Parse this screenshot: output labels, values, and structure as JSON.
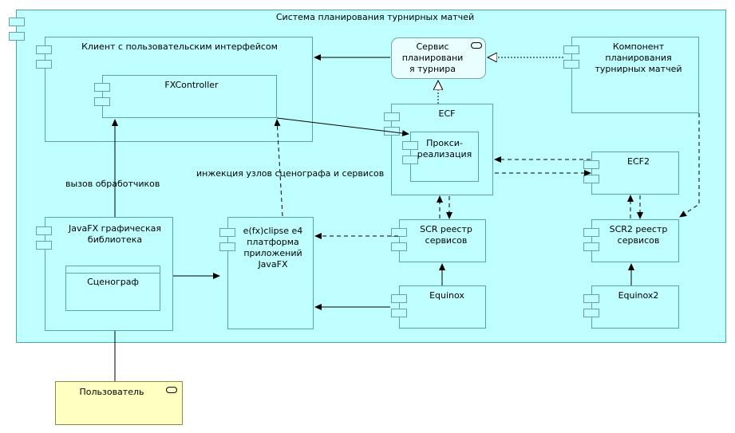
{
  "diagram": {
    "system_title": "Система планирования турнирных матчей",
    "nodes": {
      "client": "Клиент с пользовательским интерфейсом",
      "fxcontroller": "FXController",
      "service": "Сервис\nпланировани\nя турнира",
      "component": "Компонент\nпланирования\nтурнирных матчей",
      "ecf": "ECF",
      "proxy": "Прокси-\nреализация",
      "ecf2": "ECF2",
      "javafx": "JavaFX графическая\nбиблиотека",
      "scenegraph": "Сценограф",
      "efxclipse": "e(fx)clipse e4\nплатформа\nприложений\nJavaFX",
      "scr": "SCR реестр\nсервисов",
      "scr2": "SCR2 реестр\nсервисов",
      "equinox": "Equinox",
      "equinox2": "Equinox2",
      "user": "Пользователь"
    },
    "edge_labels": {
      "handler_call": "вызов обработчиков",
      "injection": "инжекция узлов сценографа и сервисов"
    }
  }
}
